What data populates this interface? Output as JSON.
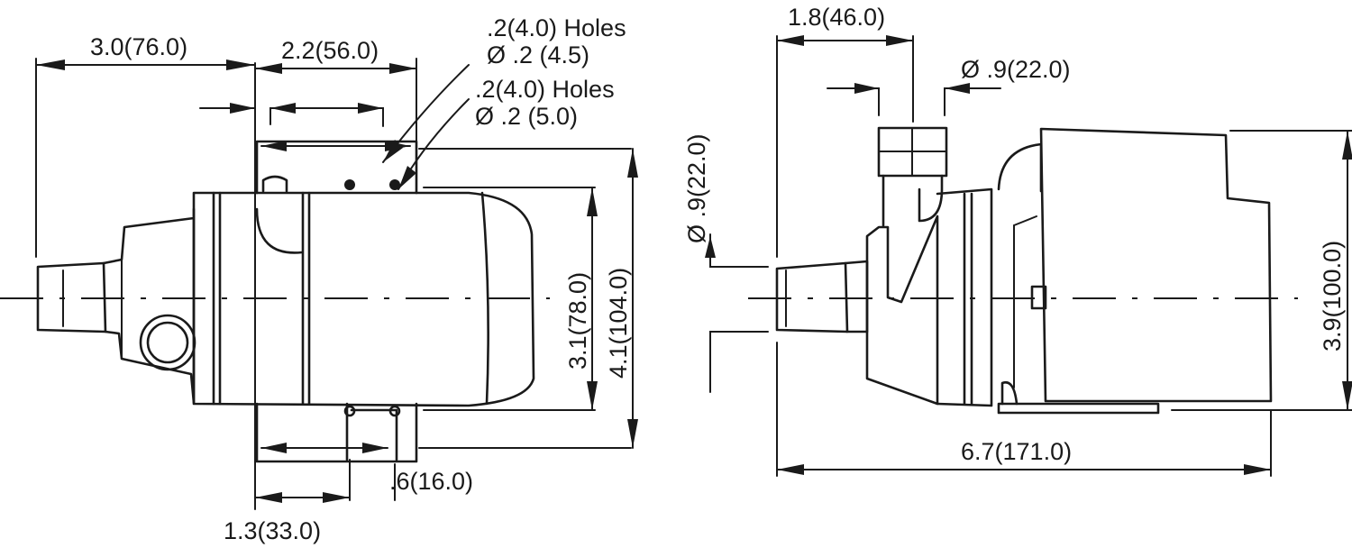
{
  "side_view": {
    "dim_overall_length": "3.0(76.0)",
    "dim_mount_width": "2.2(56.0)",
    "hole_callout_1_line1": ".2(4.0) Holes",
    "hole_callout_1_line2": "Ø .2 (4.5)",
    "hole_callout_2_line1": ".2(4.0) Holes",
    "hole_callout_2_line2": "Ø .2 (5.0)",
    "dim_body_height": "3.1(78.0)",
    "dim_total_height": "4.1(104.0)",
    "dim_bottom_spacing": "1.3(33.0)",
    "dim_bottom_slot": ".6(16.0)"
  },
  "front_view": {
    "dim_outlet_offset": "1.8(46.0)",
    "dim_outlet_diameter": "Ø .9(22.0)",
    "dim_inlet_diameter": "Ø .9(22.0)",
    "dim_height": "3.9(100.0)",
    "dim_overall_length": "6.7(171.0)"
  }
}
